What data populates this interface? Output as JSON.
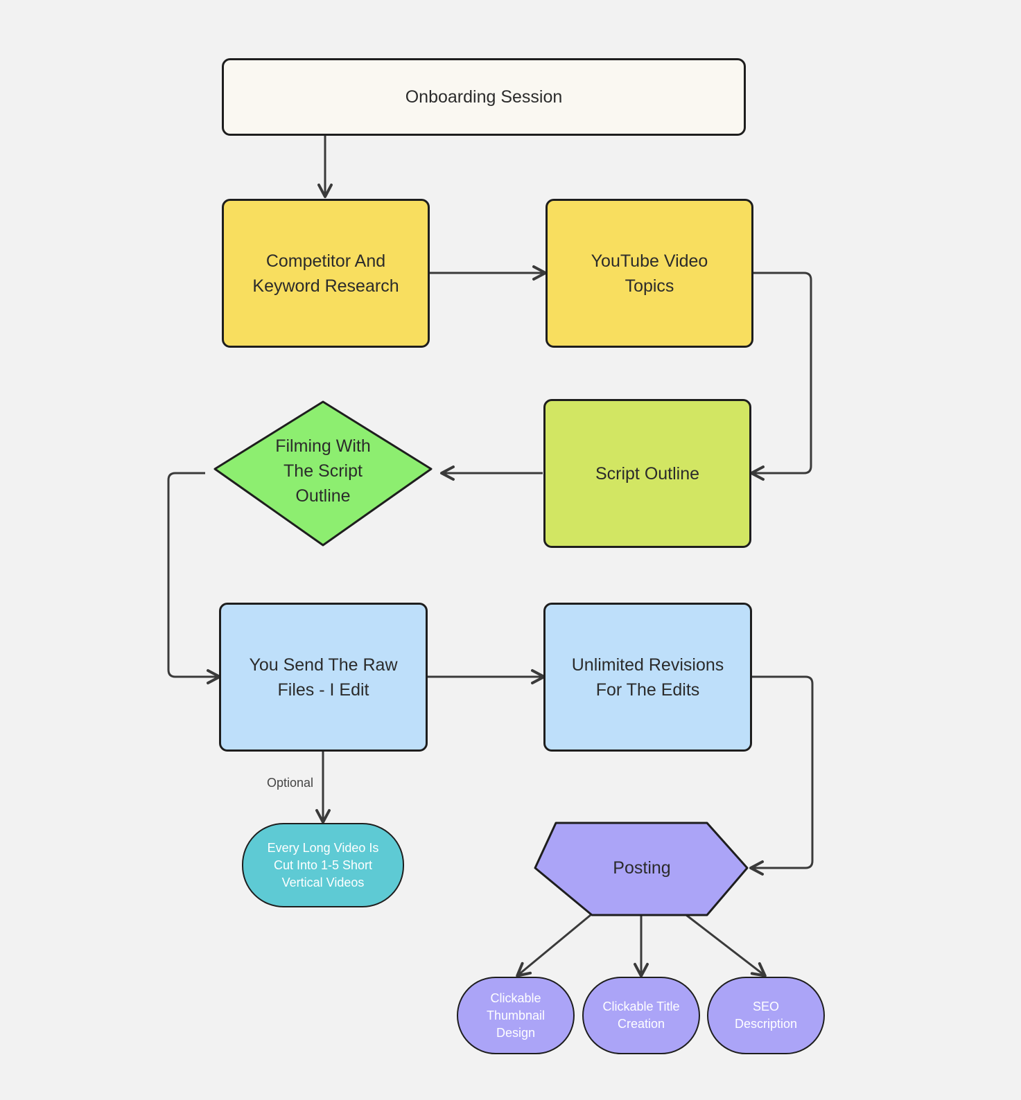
{
  "colors": {
    "background": "#f2f2f2",
    "outline": "#1e1e1e",
    "connector": "#3a3a3a",
    "start": "#faf8f2",
    "yellow": "#f8de5f",
    "lime": "#d2e663",
    "green": "#8dee70",
    "blue": "#bedffa",
    "teal": "#5ecad4",
    "purple": "#aba4f7"
  },
  "nodes": {
    "onboarding": "Onboarding Session",
    "competitor": "Competitor And\nKeyword Research",
    "youtube_topics": "YouTube Video\nTopics",
    "script_outline": "Script Outline",
    "filming": "Filming With\nThe Script\nOutline",
    "raw_files": "You Send The Raw\nFiles - I Edit",
    "revisions": "Unlimited Revisions\nFor The Edits",
    "shorts": "Every Long Video Is\nCut Into 1-5 Short\nVertical Videos",
    "posting": "Posting",
    "thumbnail": "Clickable\nThumbnail\nDesign",
    "title_creation": "Clickable Title\nCreation",
    "seo": "SEO\nDescription"
  },
  "edge_labels": {
    "optional": "Optional"
  }
}
